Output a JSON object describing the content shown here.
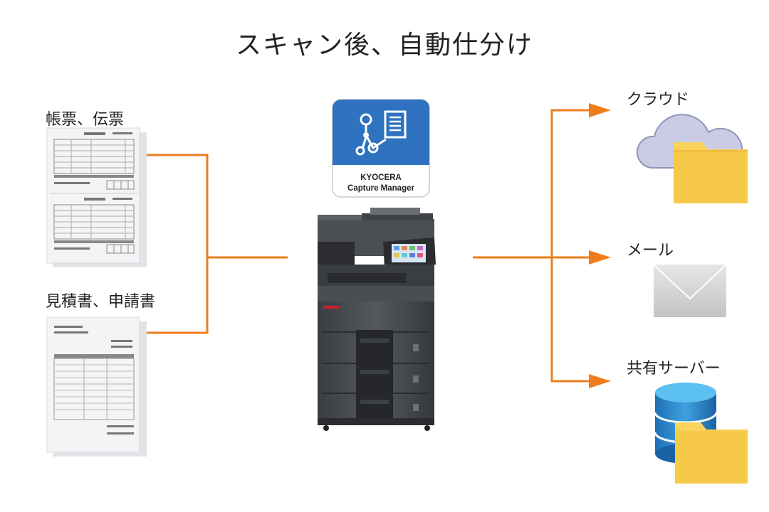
{
  "title": "スキャン後、自動仕分け",
  "inputs": {
    "invoices_label": "帳票、伝票",
    "quotes_label": "見積書、申請書"
  },
  "app": {
    "line1": "KYOCERA",
    "line2": "Capture Manager",
    "brand_color": "#2f72c0"
  },
  "outputs": {
    "cloud_label": "クラウド",
    "mail_label": "メール",
    "server_label": "共有サーバー"
  },
  "colors": {
    "connector": "#ee7d1c",
    "folder": "#f7c948",
    "cloud": "#c9cce3",
    "envelope": "#cfcfcf",
    "database": "#2f8fd0"
  }
}
